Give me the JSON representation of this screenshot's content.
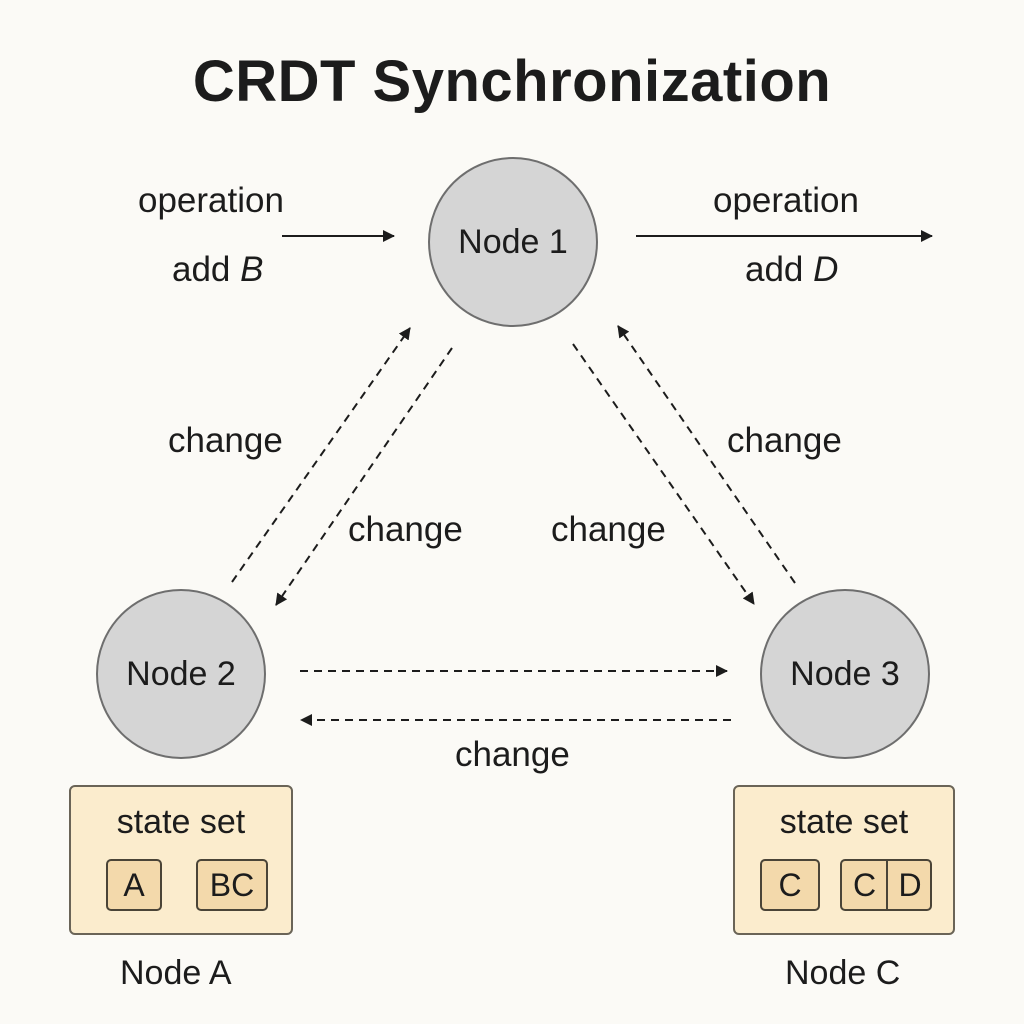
{
  "title": "CRDT Synchronization",
  "nodes": {
    "node1": "Node 1",
    "node2": "Node 2",
    "node3": "Node 3"
  },
  "operations": {
    "left": {
      "label": "operation",
      "detail_prefix": "add ",
      "detail_var": "B"
    },
    "right": {
      "label": "operation",
      "detail_prefix": "add ",
      "detail_var": "D"
    }
  },
  "edges": {
    "n2_n1_label": "change",
    "n1_n2_label": "change",
    "n1_n3_label": "change",
    "n3_n1_label": "change",
    "n3_n2_label": "change"
  },
  "state_sets": {
    "left": {
      "title": "state set",
      "chip_a": "A",
      "chip_bc_1": "B",
      "chip_bc_2": "C",
      "caption": "Node A"
    },
    "right": {
      "title": "state set",
      "chip_c": "C",
      "chip_cd_1": "C",
      "chip_cd_2": "D",
      "caption": "Node C"
    }
  },
  "colors": {
    "background": "#fbfaf6",
    "node_fill": "#d5d5d5",
    "state_box_fill": "#fbeccd",
    "chip_fill": "#f3d9ab",
    "stroke": "#1c1c1c"
  }
}
